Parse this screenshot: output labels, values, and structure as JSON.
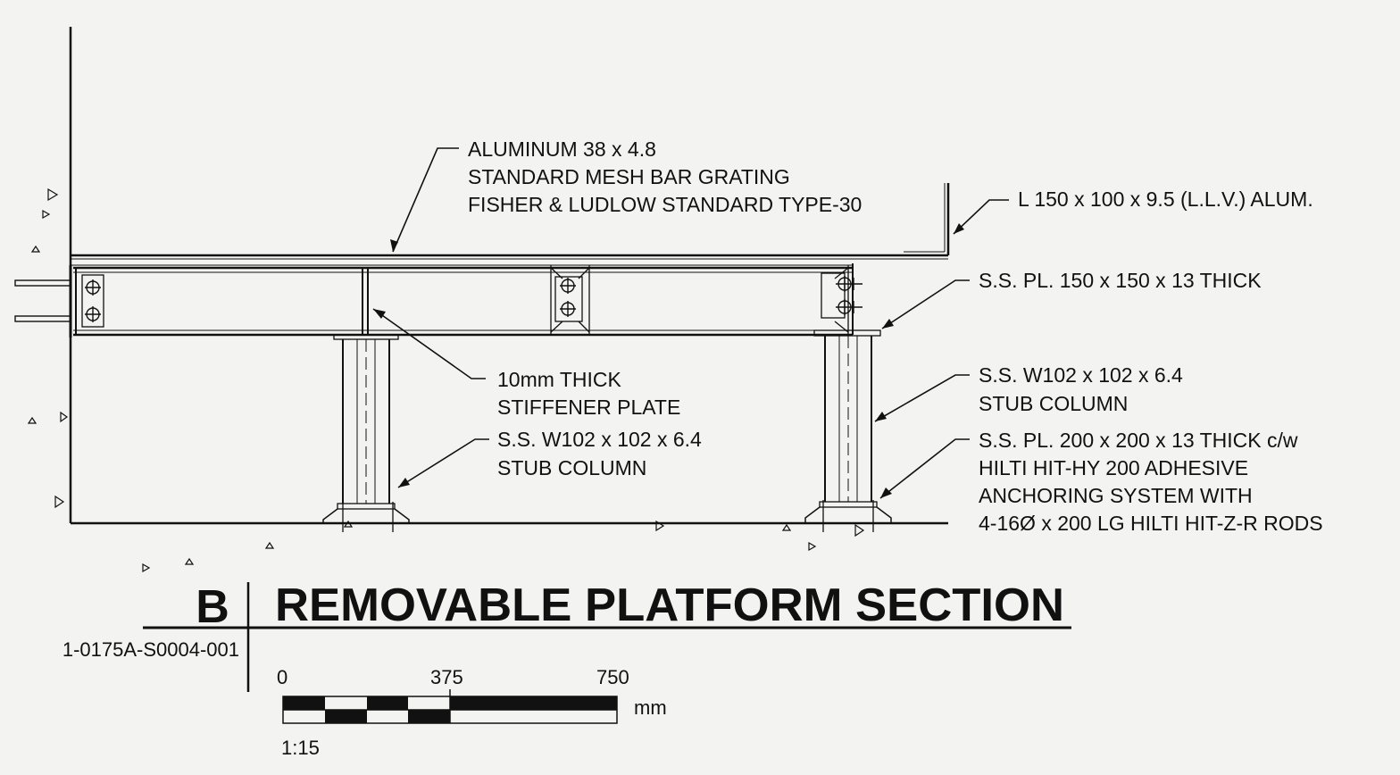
{
  "callouts": {
    "grating": [
      "ALUMINUM 38 x 4.8",
      "STANDARD MESH BAR GRATING",
      "FISHER & LUDLOW STANDARD TYPE-30"
    ],
    "angle": "L 150 x 100 x 9.5 (L.L.V.) ALUM.",
    "cap_plate": "S.S. PL. 150 x 150 x 13 THICK",
    "stiffener": [
      "10mm THICK",
      "STIFFENER PLATE"
    ],
    "stub_column_left": [
      "S.S. W102 x 102 x 6.4",
      "STUB COLUMN"
    ],
    "stub_column_right": [
      "S.S. W102 x 102 x 6.4",
      "STUB COLUMN"
    ],
    "base_plate": [
      "S.S. PL. 200 x 200 x 13 THICK c/w",
      "HILTI HIT-HY 200 ADHESIVE",
      "ANCHORING SYSTEM WITH",
      "4-16Ø x 200 LG HILTI HIT-Z-R RODS"
    ]
  },
  "title": {
    "letter": "B",
    "text": "REMOVABLE PLATFORM SECTION",
    "reference": "1-0175A-S0004-001"
  },
  "scale_bar": {
    "ticks": [
      "0",
      "375",
      "750"
    ],
    "unit": "mm",
    "ratio": "1:15"
  }
}
